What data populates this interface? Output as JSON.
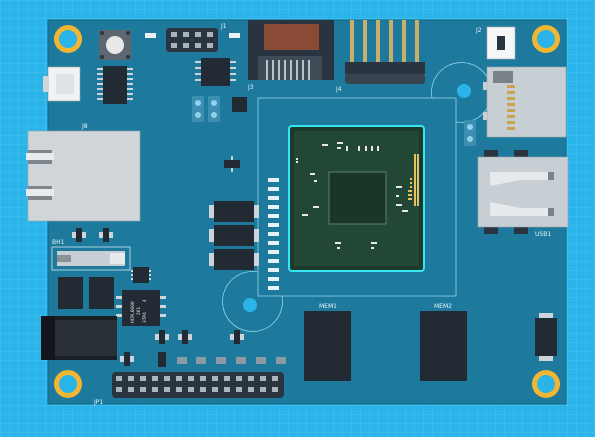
{
  "board": {
    "labels": {
      "j1": "J1",
      "j2": "J2",
      "j3": "J3",
      "j4": "J4",
      "j8": "J8",
      "bh1": "BH1",
      "mem1": "MEM1",
      "mem2": "MEM2",
      "usb1": "USB1",
      "jp1": "JP1"
    },
    "chips": {
      "u4_line1": "HCPL0600",
      "u4_line2": "261",
      "u4_line3": "3TP4",
      "u4_line4": "4"
    },
    "colors": {
      "pcb": "#1d7a9c",
      "pcb_edge": "#156684",
      "mounting_ring": "#f2b632",
      "mounting_hole": "#2ab4ea",
      "soc_highlight": "#36e6f0",
      "background": "#2ab4ea"
    }
  }
}
